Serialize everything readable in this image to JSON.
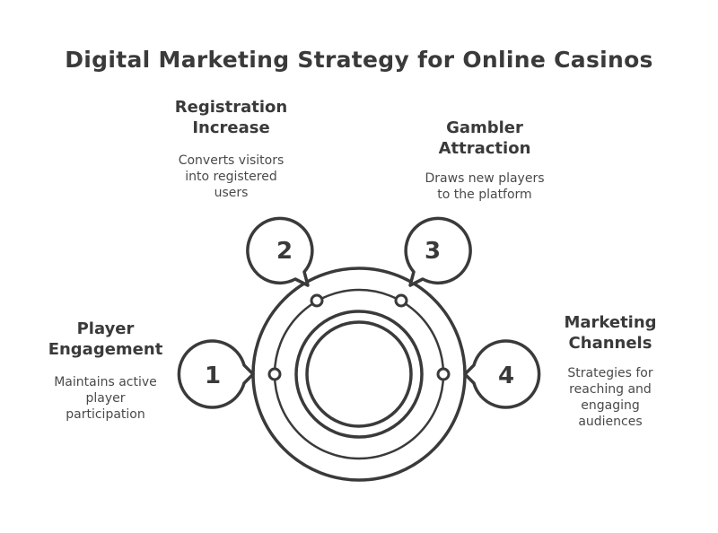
{
  "title": "Digital Marketing Strategy for Online Casinos",
  "steps": [
    {
      "number": "1",
      "heading": "Player\nEngagement",
      "description": "Maintains active\nplayer\nparticipation"
    },
    {
      "number": "2",
      "heading": "Registration\nIncrease",
      "description": "Converts visitors\ninto registered\nusers"
    },
    {
      "number": "3",
      "heading": "Gambler\nAttraction",
      "description": "Draws new players\nto the platform"
    },
    {
      "number": "4",
      "heading": "Marketing\nChannels",
      "description": "Strategies for\nreaching and\nengaging\naudiences"
    }
  ]
}
